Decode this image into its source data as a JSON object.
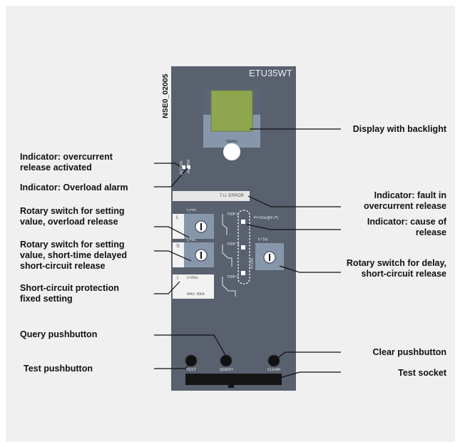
{
  "figure": {
    "id_code": "NSE0_02005",
    "model": "ETU35WT",
    "panel_text": {
      "menu": "MENU",
      "active": "ACTIVE",
      "alarm": "ALARM",
      "tu_error": "T.U. ERROR",
      "l": "L",
      "s": "S",
      "i": "I",
      "l_formula": "I₀=xIₙ",
      "s_formula": "I₁=xIₙ",
      "i_formula": "Iᵢ=20xIₙ",
      "max": "MAX. 50kA",
      "tr_formula": "tᴿ=10s(@6·Iᴿ)",
      "tsd": "tₛᵈ [s]",
      "trip_l": "TRIP L",
      "trip_s": "TRIP S",
      "trip_i": "TRIP I",
      "i2t": "I²t ON",
      "test": "TEST",
      "query": "QUERY",
      "clear": "CLEAR"
    },
    "colors": {
      "background": "#f0f0f0",
      "panel": "#59606e",
      "display": "#8fa64f",
      "socket": "#151515"
    },
    "callouts": {
      "display": "Display with backlight",
      "overcurrent_activated": "Indicator: overcurrent release activated",
      "overload_alarm": "Indicator: Overload alarm",
      "fault": "Indicator: fault in overcurrent release",
      "cause": "Indicator: cause of release",
      "rotary_overload": "Rotary switch for setting value, overload release",
      "rotary_short_time": "Rotary switch for setting value, short-time delayed short-circuit release",
      "rotary_delay": "Rotary switch for delay, short-circuit release",
      "short_circuit_fixed": "Short-circuit protection fixed setting",
      "query": "Query pushbutton",
      "test": "Test pushbutton",
      "clear": "Clear pushbutton",
      "socket": "Test socket"
    }
  }
}
